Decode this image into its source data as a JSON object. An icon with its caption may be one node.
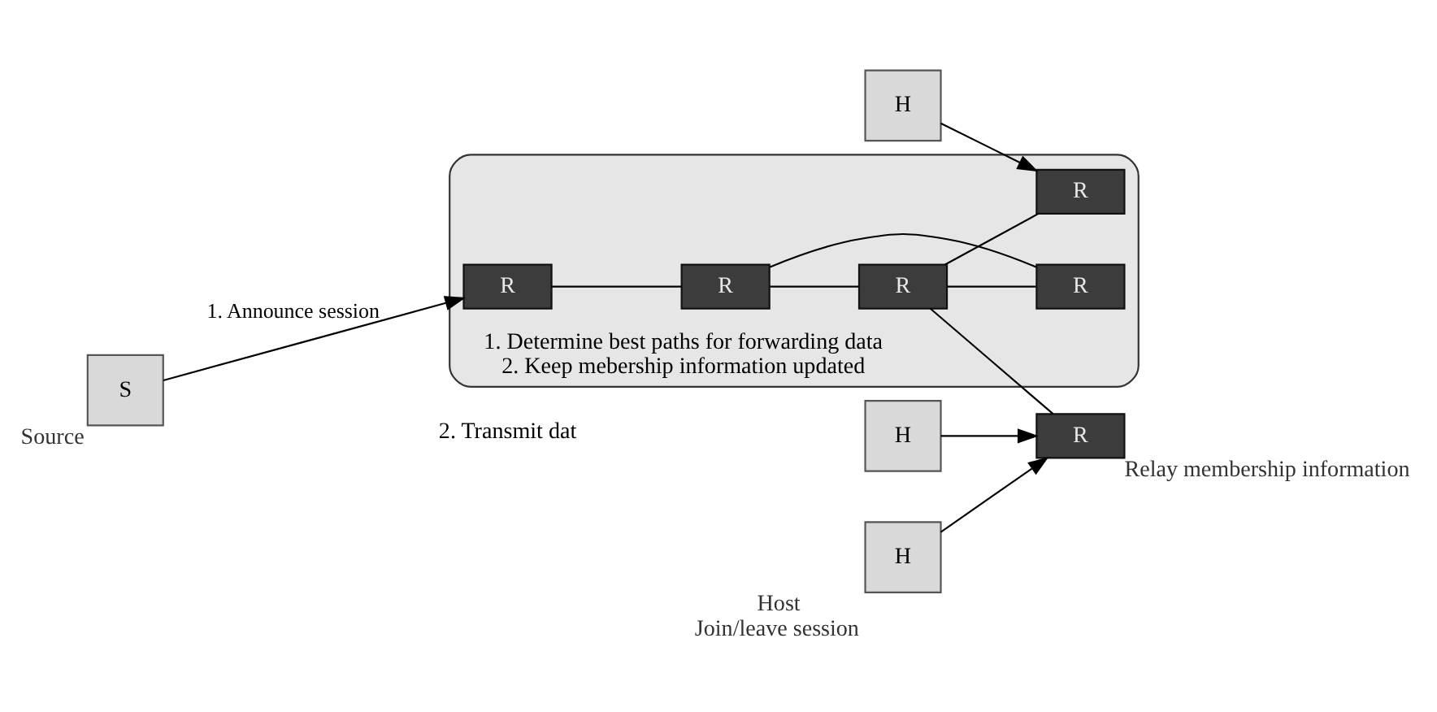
{
  "diagram": {
    "nodes": [
      {
        "text": [
          "1. Determine best paths for forwarding data",
          "2. Keep mebership information updated"
        ]
      },
      {
        "text": [
          "S"
        ],
        "beside": [
          "Source"
        ]
      },
      {
        "text": [
          "R"
        ],
        "in": 0
      },
      {
        "text": [
          "R"
        ],
        "in": 0
      },
      {
        "text": [
          "R"
        ],
        "in": 0
      },
      {
        "text": [
          "R"
        ],
        "in": 0
      },
      {
        "text": [
          "R"
        ],
        "in": 0
      },
      {
        "text": [
          "R"
        ],
        "beside": [
          "Relay membership information"
        ]
      },
      {
        "text": [
          "H"
        ]
      },
      {
        "text": [
          "H"
        ]
      },
      {
        "text": [
          "H"
        ],
        "beside": [
          "Host",
          "Join/leave session"
        ]
      }
    ],
    "edges": [
      {
        "from": 1,
        "to": 2,
        "arrow": "to",
        "label": "1. Announce session"
      },
      {
        "from": 2,
        "to": 4,
        "arrow": "none"
      },
      {
        "from": 4,
        "to": 5,
        "arrow": "none"
      },
      {
        "from": 4,
        "to": 6,
        "arrow": "none"
      },
      {
        "from": 5,
        "to": 3,
        "arrow": "none"
      },
      {
        "from": 5,
        "to": 6,
        "arrow": "none"
      },
      {
        "from": 5,
        "to": 7,
        "arrow": "none"
      },
      {
        "from": 8,
        "to": 3,
        "arrow": "to"
      },
      {
        "from": 9,
        "to": 7,
        "arrow": "to"
      },
      {
        "from": 10,
        "to": 7,
        "arrow": "to"
      }
    ],
    "labels": [
      "2. Transmit dat"
    ]
  }
}
